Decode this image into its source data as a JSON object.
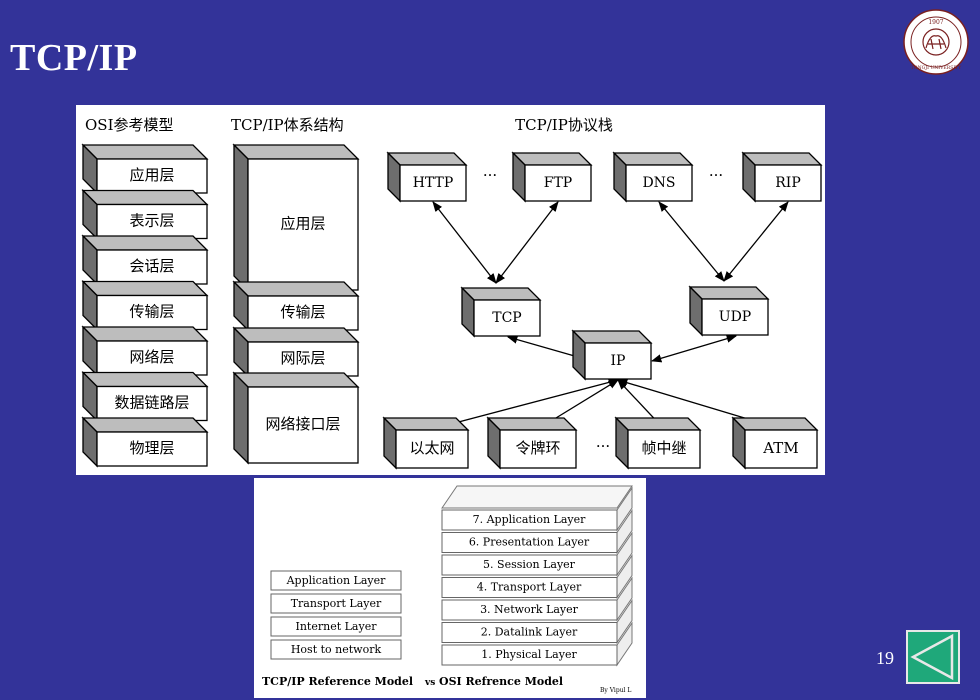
{
  "slide": {
    "title": "TCP/IP",
    "page_number": "19"
  },
  "logo": {
    "year": "1907",
    "university": "TONGJI UNIVERSITY"
  },
  "diagram": {
    "headers": {
      "osi": "OSI参考模型",
      "tcpip_arch": "TCP/IP体系结构",
      "stack": "TCP/IP协议栈"
    },
    "osi_layers": [
      "应用层",
      "表示层",
      "会话层",
      "传输层",
      "网络层",
      "数据链路层",
      "物理层"
    ],
    "tcpip_layers": [
      "应用层",
      "传输层",
      "网际层",
      "网络接口层"
    ],
    "app_protocols": [
      "HTTP",
      "FTP",
      "DNS",
      "RIP"
    ],
    "transport_protocols": [
      "TCP",
      "UDP"
    ],
    "network_protocol": "IP",
    "link_protocols": [
      "以太网",
      "令牌环",
      "帧中继",
      "ATM"
    ],
    "ellipsis": "···"
  },
  "comparison": {
    "tcpip_layers": [
      "Application Layer",
      "Transport Layer",
      "Internet Layer",
      "Host to network"
    ],
    "osi_layers": [
      "7. Application Layer",
      "6. Presentation Layer",
      "5. Session Layer",
      "4. Transport Layer",
      "3. Network Layer",
      "2. Datalink Layer",
      "1. Physical Layer"
    ],
    "caption_left": "TCP/IP Reference Model",
    "caption_vs": "vs",
    "caption_right": "OSI Refrence Model",
    "author": "By Vipul L"
  }
}
